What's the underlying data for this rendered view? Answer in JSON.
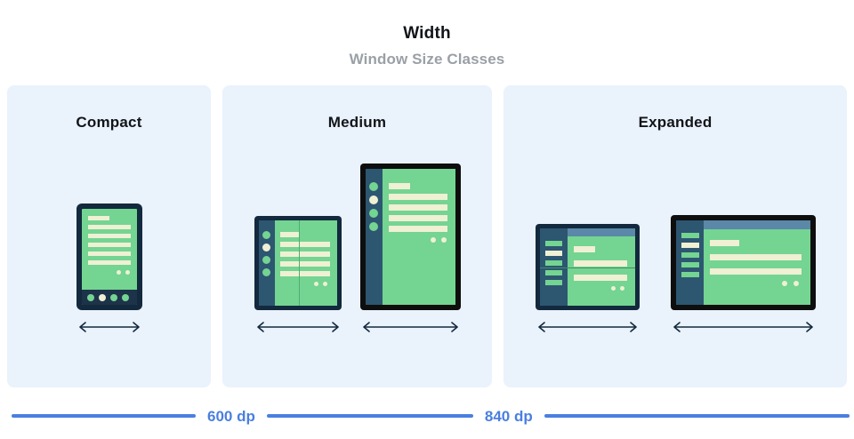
{
  "header": {
    "title": "Width",
    "subtitle": "Window Size Classes"
  },
  "panels": [
    {
      "label": "Compact",
      "devices": [
        "phone-portrait"
      ]
    },
    {
      "label": "Medium",
      "devices": [
        "foldable-portrait",
        "tablet-portrait"
      ]
    },
    {
      "label": "Expanded",
      "devices": [
        "foldable-landscape",
        "tablet-landscape"
      ]
    }
  ],
  "scale": {
    "breakpoints": [
      {
        "label": "600 dp"
      },
      {
        "label": "840 dp"
      }
    ]
  },
  "colors": {
    "panel_background": "#eaf2fc",
    "device_frame": "#13293d",
    "device_frame_black": "#0e0e0e",
    "screen_green": "#74d492",
    "sidebar_slate": "#2d5671",
    "topbar_blue": "#5b87a8",
    "content_cream": "#eff0d4",
    "breakpoint_blue": "#4a7fe0",
    "title_black": "#111418",
    "subtitle_gray": "#9aa0a6"
  },
  "icons": {
    "width_arrow": "double-headed-horizontal-arrow"
  }
}
